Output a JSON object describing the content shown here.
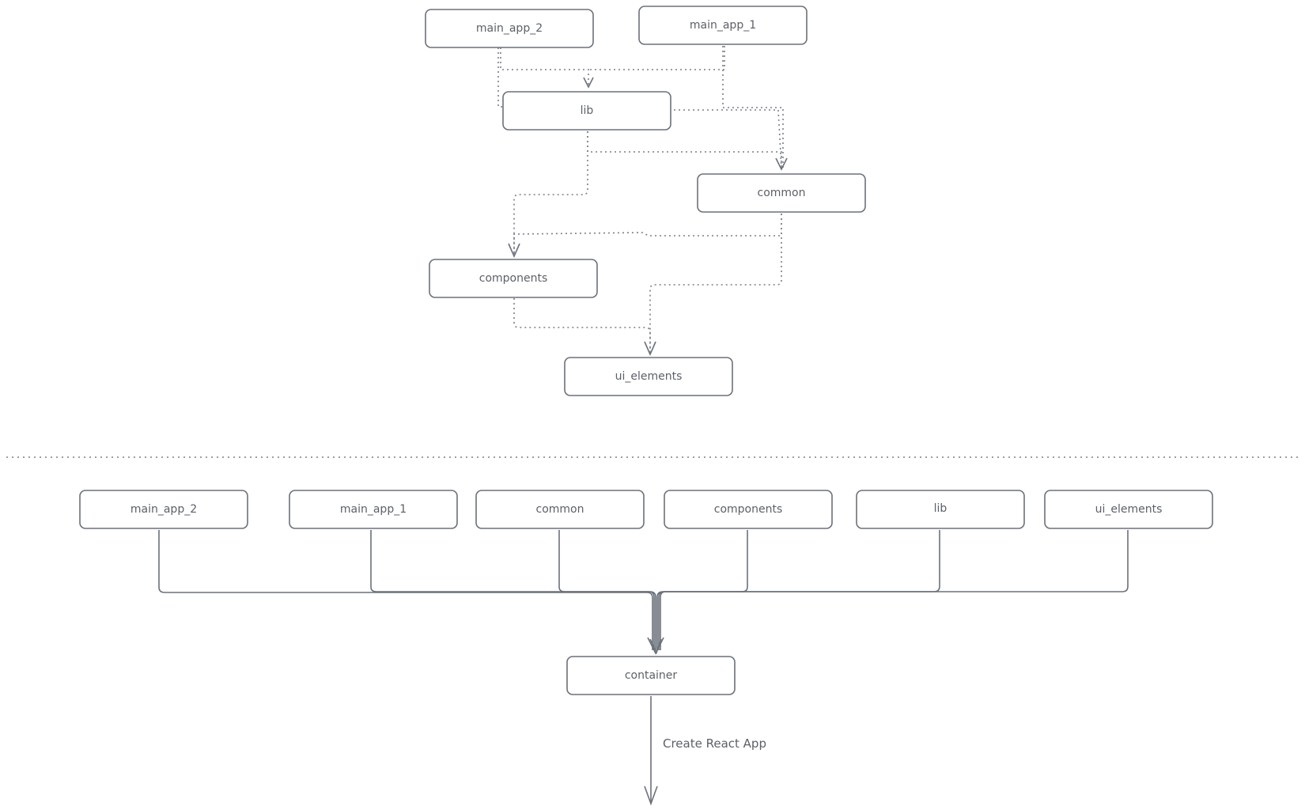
{
  "top_diagram": {
    "nodes": [
      {
        "id": "main_app_2",
        "label": "main_app_2"
      },
      {
        "id": "main_app_1",
        "label": "main_app_1"
      },
      {
        "id": "lib",
        "label": "lib"
      },
      {
        "id": "common",
        "label": "common"
      },
      {
        "id": "components",
        "label": "components"
      },
      {
        "id": "ui_elements",
        "label": "ui_elements"
      }
    ],
    "edges": [
      {
        "from": "main_app_2",
        "to": "lib",
        "style": "dotted"
      },
      {
        "from": "main_app_1",
        "to": "lib",
        "style": "dotted"
      },
      {
        "from": "main_app_1",
        "to": "common",
        "style": "dotted"
      },
      {
        "from": "lib",
        "to": "common",
        "style": "dotted"
      },
      {
        "from": "lib",
        "to": "components",
        "style": "dotted"
      },
      {
        "from": "common",
        "to": "components",
        "style": "dotted"
      },
      {
        "from": "common",
        "to": "ui_elements",
        "style": "dotted"
      },
      {
        "from": "components",
        "to": "ui_elements",
        "style": "dotted"
      }
    ]
  },
  "bottom_diagram": {
    "nodes": [
      {
        "id": "main_app_2",
        "label": "main_app_2"
      },
      {
        "id": "main_app_1",
        "label": "main_app_1"
      },
      {
        "id": "common",
        "label": "common"
      },
      {
        "id": "components",
        "label": "components"
      },
      {
        "id": "lib",
        "label": "lib"
      },
      {
        "id": "ui_elements",
        "label": "ui_elements"
      },
      {
        "id": "container",
        "label": "container"
      }
    ],
    "edges": [
      {
        "from": "main_app_2",
        "to": "container",
        "style": "solid"
      },
      {
        "from": "main_app_1",
        "to": "container",
        "style": "solid"
      },
      {
        "from": "common",
        "to": "container",
        "style": "solid"
      },
      {
        "from": "components",
        "to": "container",
        "style": "solid"
      },
      {
        "from": "lib",
        "to": "container",
        "style": "solid"
      },
      {
        "from": "ui_elements",
        "to": "container",
        "style": "solid"
      }
    ],
    "output_edge": {
      "from": "container",
      "label": "Create React App"
    }
  },
  "colors": {
    "stroke": "#6b717b",
    "text": "#5c6168",
    "background": "#ffffff"
  }
}
